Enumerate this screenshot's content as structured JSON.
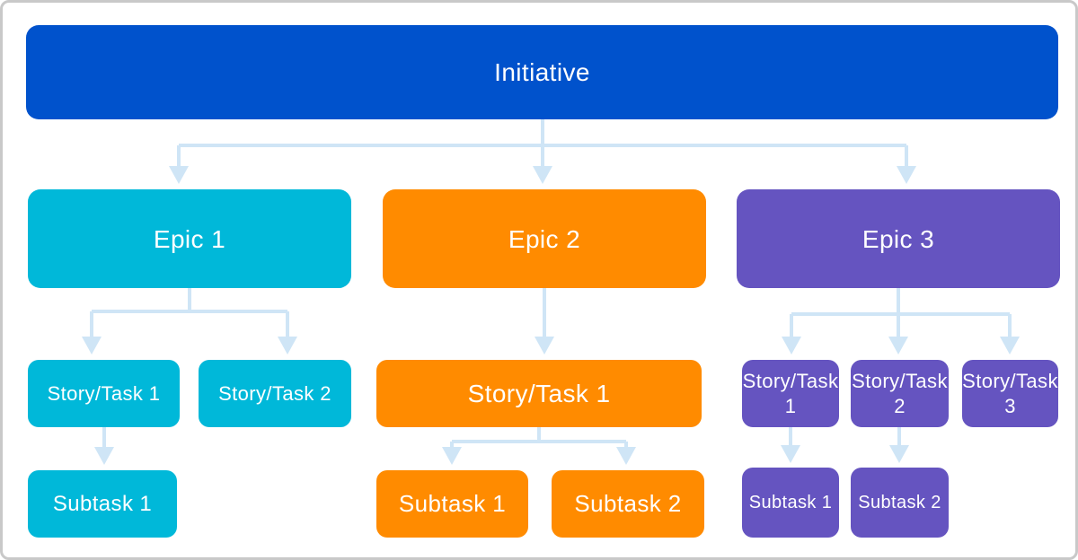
{
  "colors": {
    "initiative": "#0052CC",
    "cyan": "#00B8D9",
    "orange": "#FF8B00",
    "purple": "#6554C0",
    "connector": "#CFE5F6",
    "frame_border": "#C9C9C9",
    "background": "#FFFFFF",
    "node_text": "#FFFFFF"
  },
  "hierarchy": {
    "initiative": {
      "label": "Initiative"
    },
    "epics": [
      {
        "label": "Epic 1",
        "stories": [
          {
            "label": "Story/Task 1",
            "subtasks": [
              {
                "label": "Subtask 1"
              }
            ]
          },
          {
            "label": "Story/Task 2",
            "subtasks": []
          }
        ]
      },
      {
        "label": "Epic 2",
        "stories": [
          {
            "label": "Story/Task 1",
            "subtasks": [
              {
                "label": "Subtask 1"
              },
              {
                "label": "Subtask 2"
              }
            ]
          }
        ]
      },
      {
        "label": "Epic 3",
        "stories": [
          {
            "label": "Story/Task 1",
            "subtasks": [
              {
                "label": "Subtask 1"
              }
            ]
          },
          {
            "label": "Story/Task 2",
            "subtasks": [
              {
                "label": "Subtask 2"
              }
            ]
          },
          {
            "label": "Story/Task 3",
            "subtasks": []
          }
        ]
      }
    ]
  }
}
